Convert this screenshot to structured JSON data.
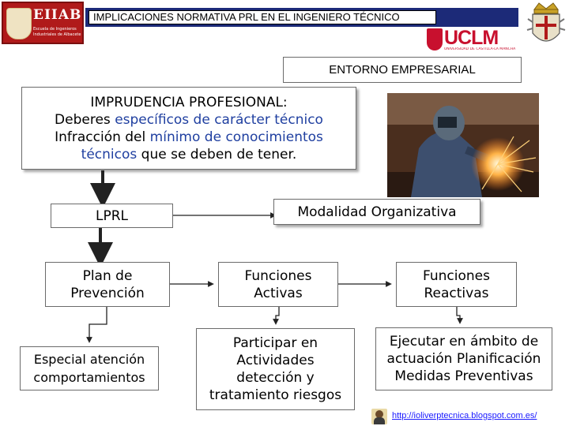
{
  "header": {
    "school_logo_text": "EIIAB",
    "school_logo_sub": "Escuela de Ingenieros Industriales de Albacete",
    "title": "IMPLICACIONES NORMATIVA PRL EN EL INGENIERO TÉCNICO",
    "uclm_logo": "UCLM",
    "uclm_sub": "UNIVERSIDAD DE CASTILLA-LA MANCHA"
  },
  "section_label": "ENTORNO EMPRESARIAL",
  "imprudencia": {
    "line1": "IMPRUDENCIA PROFESIONAL:",
    "line2_a": "Deberes ",
    "line2_b": "específicos de carácter técnico",
    "line3_a": "Infracción del ",
    "line3_b": "mínimo de conocimientos",
    "line4_a": "técnicos",
    "line4_b": " que se deben de tener."
  },
  "nodes": {
    "lprl": "LPRL",
    "modalidad": "Modalidad Organizativa",
    "plan_1": "Plan de",
    "plan_2": "Prevención",
    "activas_1": "Funciones",
    "activas_2": "Activas",
    "reactivas_1": "Funciones",
    "reactivas_2": "Reactivas",
    "especial_1": "Especial atención",
    "especial_2": "comportamientos",
    "participar_1": "Participar en",
    "participar_2": "Actividades",
    "participar_3": "detección y",
    "participar_4": "tratamiento riesgos",
    "ejecutar_1": "Ejecutar en ámbito de",
    "ejecutar_2": "actuación Planificación",
    "ejecutar_3": "Medidas Preventivas"
  },
  "footer": {
    "url": "http://ioliverptecnica.blogspot.com.es/"
  },
  "colors": {
    "title_bar": "#1c2a78",
    "school_logo": "#b01a1a",
    "uclm_red": "#c8102e",
    "highlight_text": "#1f3fa0",
    "link": "#1a1aff"
  }
}
